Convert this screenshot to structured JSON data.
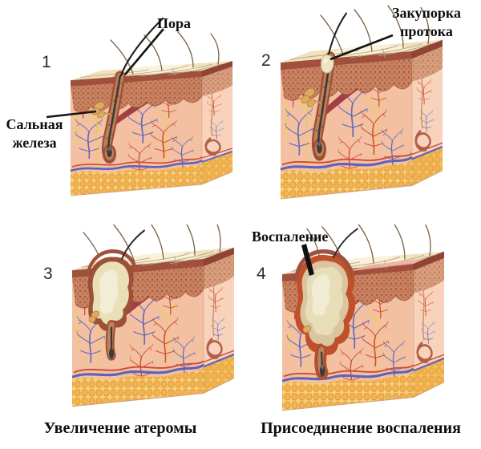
{
  "figure": {
    "description": "Stages of atheroma development in skin (4-panel medical illustration)",
    "language": "ru",
    "panels": [
      {
        "number": "1",
        "labels": {
          "pore": "Пора",
          "sebaceous_gland": "Сальная железа"
        }
      },
      {
        "number": "2",
        "labels": {
          "duct_blockage": "Закупорка протока"
        }
      },
      {
        "number": "3",
        "labels": {},
        "caption": "Увеличение атеромы"
      },
      {
        "number": "4",
        "labels": {
          "inflammation": "Воспаление"
        },
        "caption": "Присоединение воспаления"
      }
    ],
    "palette": {
      "background": "#ffffff",
      "skin_surface": "#f0e2bd",
      "epidermis_band": "#a0503d",
      "epidermis_mottled": "#c9815f",
      "dermis_front": "#f4c0a2",
      "dermis_side": "#f8d2ba",
      "fat_layer": "#f7cd78",
      "artery_red": "#cf4a36",
      "vein_blue": "#6468ba",
      "muscle": "#a23e46",
      "follicle_sheath": "#9c5038",
      "hair": "#3a3a3c",
      "sebaceous_gland": "#dcab60",
      "cyst_cream": "#e9e0b8",
      "inflamed_rim": "#c0502a",
      "inflamed_skin": "#f0b2a8",
      "label_text": "#0d0d0d"
    }
  }
}
